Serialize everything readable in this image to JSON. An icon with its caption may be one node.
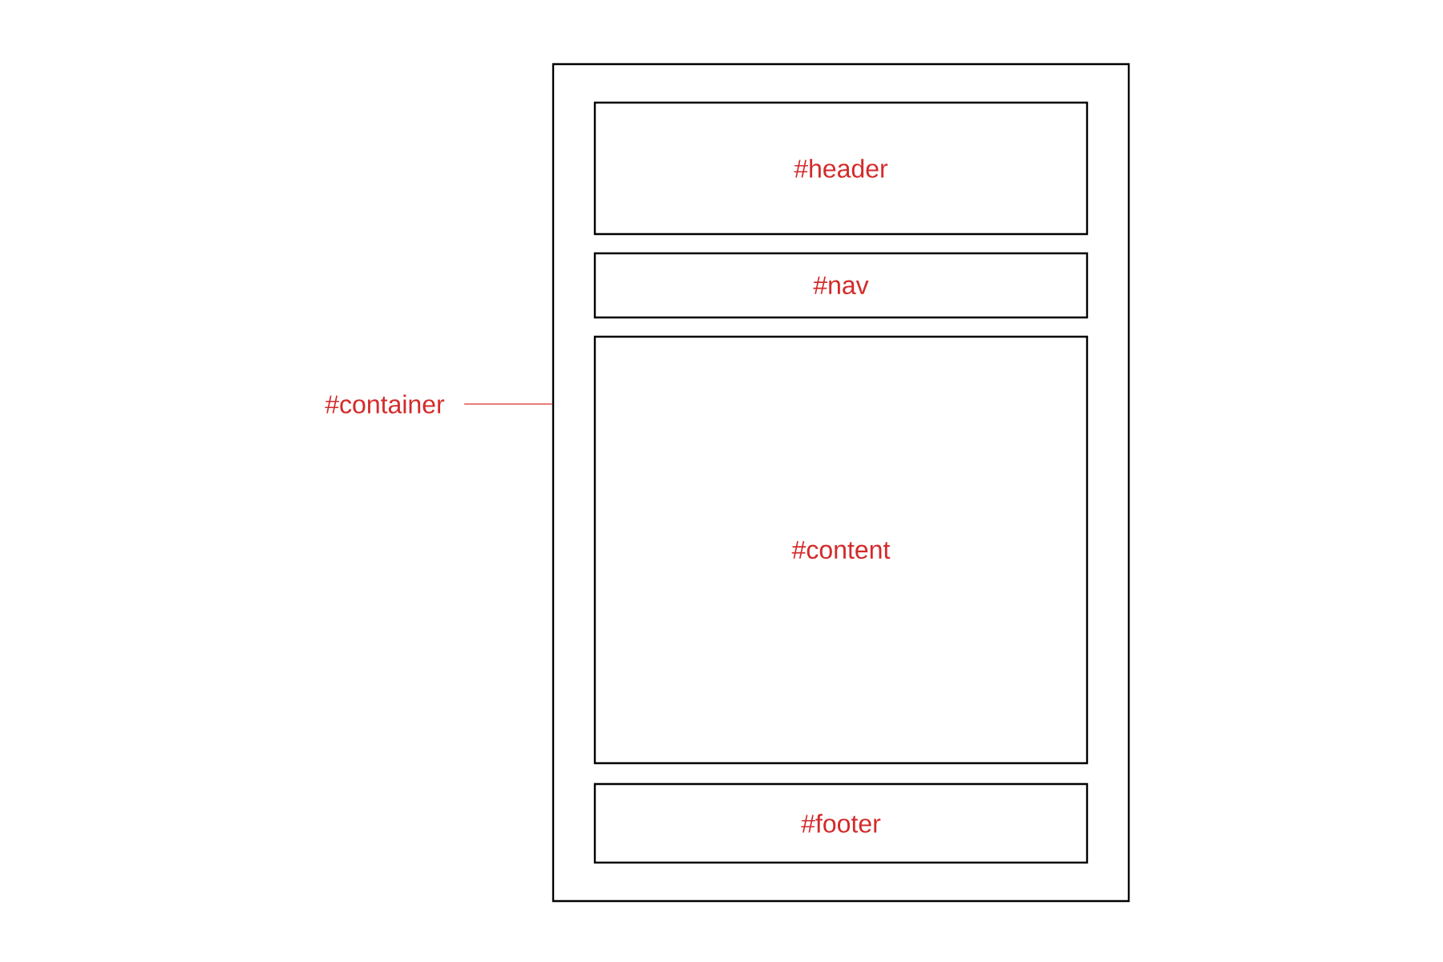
{
  "diagram": {
    "nodes": [
      {
        "text": [],
        "shape": "box"
      },
      {
        "text": [
          "#header"
        ],
        "in": 0
      },
      {
        "text": [
          "#nav"
        ],
        "in": 0
      },
      {
        "text": [
          "#content"
        ],
        "in": 0
      },
      {
        "text": [
          "#footer"
        ],
        "in": 0
      },
      {
        "text": [
          "#container"
        ]
      }
    ],
    "edges": [
      {
        "from": 5,
        "to": 0,
        "arrow": "none",
        "color": "#e05050"
      }
    ]
  }
}
